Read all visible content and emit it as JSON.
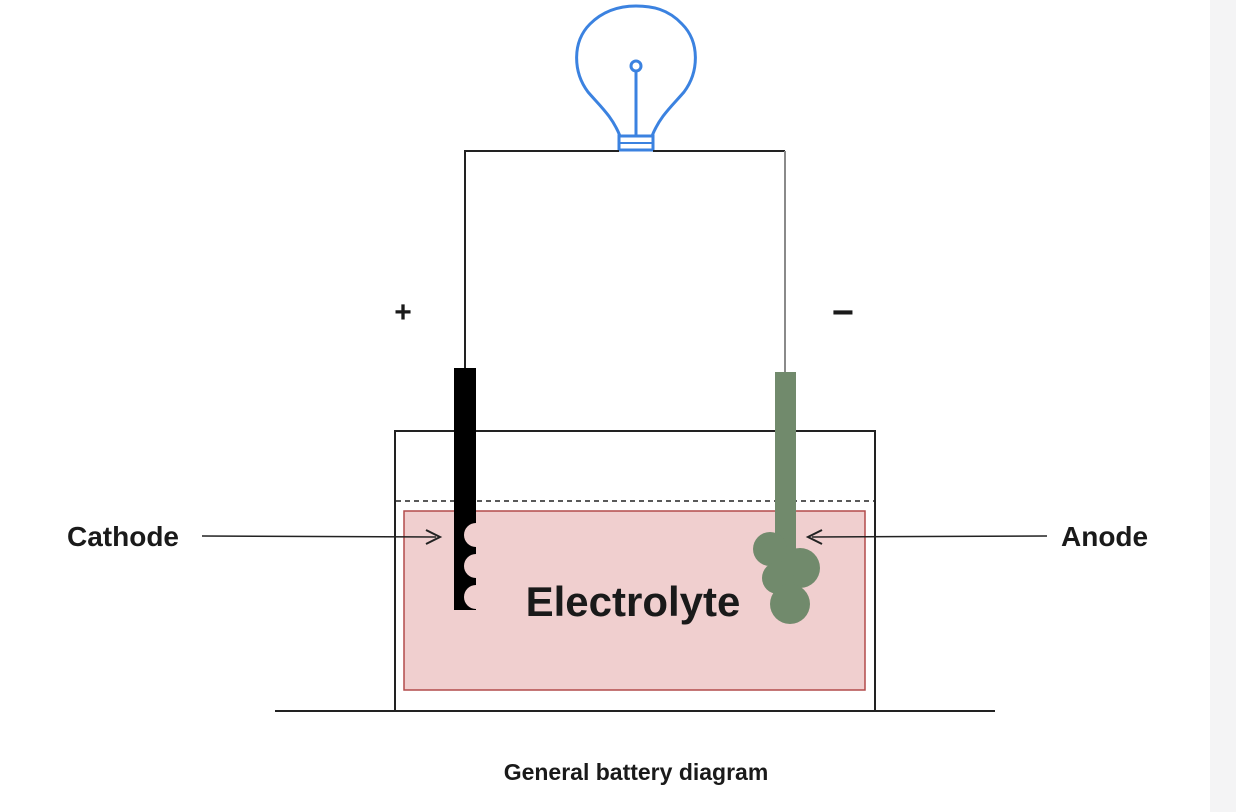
{
  "diagram": {
    "labels": {
      "cathode": "Cathode",
      "anode": "Anode",
      "electrolyte": "Electrolyte",
      "positive": "+",
      "negative": "−"
    },
    "caption": "General battery diagram"
  },
  "colors": {
    "bulb": "#3b82e0",
    "electrolyte_fill": "#f0cfcf",
    "electrolyte_border": "#b24b4b",
    "cathode": "#000000",
    "anode": "#718a6c",
    "wire": "#222222",
    "wire_anode": "#8a8a8a"
  }
}
